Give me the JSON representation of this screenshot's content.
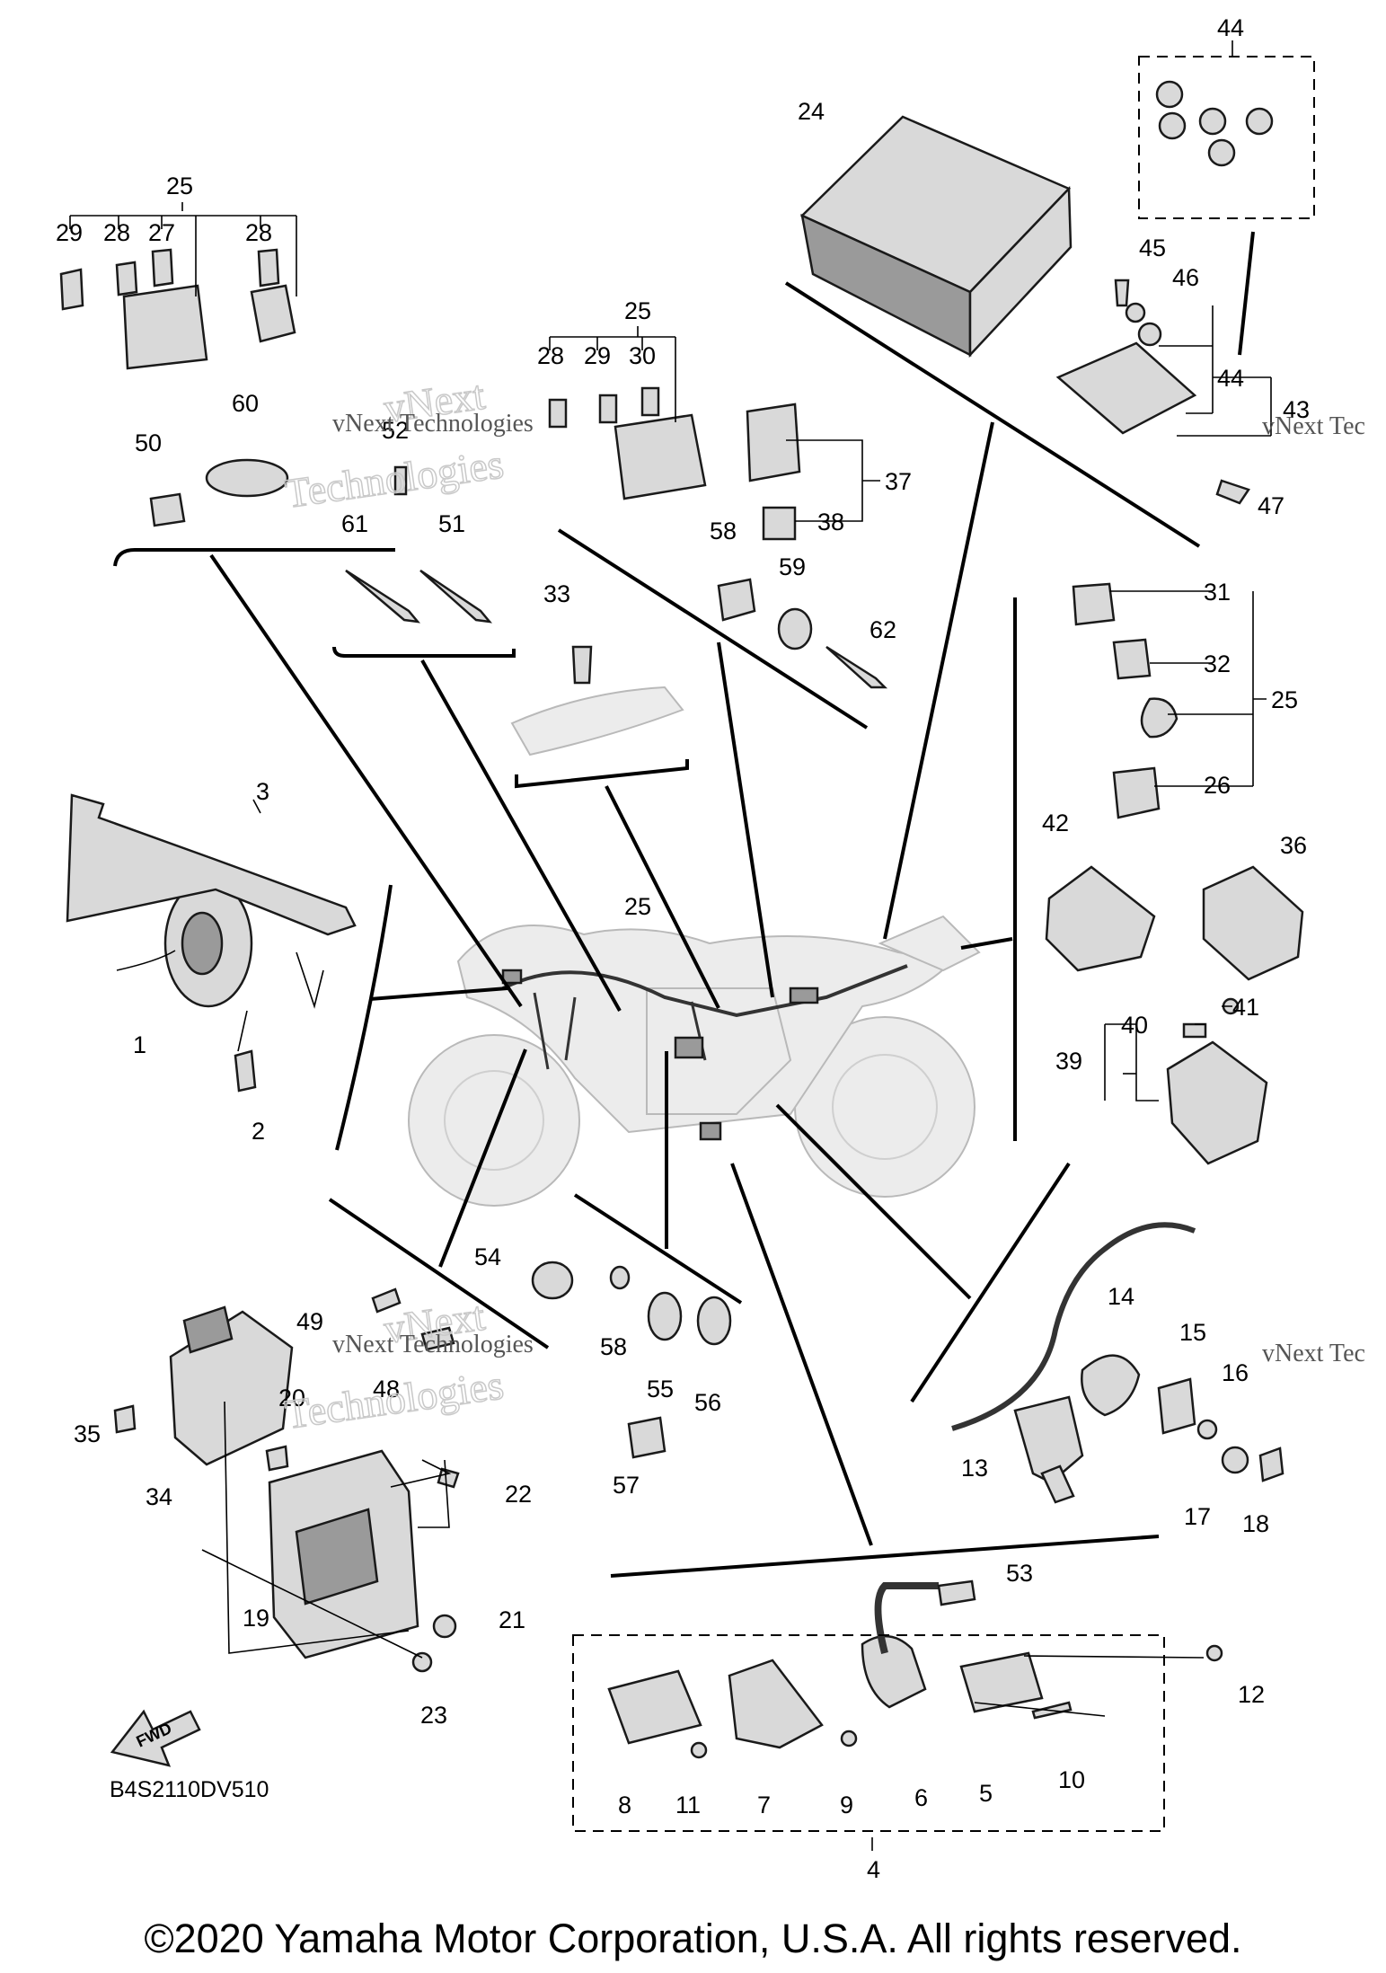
{
  "diagram_code": "B4S2110DV510",
  "fwd_label": "FWD",
  "copyright": "©2020 Yamaha Motor Corporation, U.S.A. All rights reserved.",
  "watermarks": {
    "brand": "vNext Technologies",
    "overlay_top": "vNext",
    "overlay_bottom": "Technologies",
    "partial_right": "vNext Tec"
  },
  "callouts": {
    "c1": "1",
    "c2": "2",
    "c3": "3",
    "c4": "4",
    "c5": "5",
    "c6": "6",
    "c7": "7",
    "c8": "8",
    "c9": "9",
    "c10": "10",
    "c11": "11",
    "c12": "12",
    "c13": "13",
    "c14": "14",
    "c15": "15",
    "c16": "16",
    "c17": "17",
    "c18": "18",
    "c19": "19",
    "c20": "20",
    "c21": "21",
    "c22": "22",
    "c23": "23",
    "c24": "24",
    "c25": "25",
    "c26": "26",
    "c27": "27",
    "c28": "28",
    "c29": "29",
    "c30": "30",
    "c31": "31",
    "c32": "32",
    "c33": "33",
    "c34": "34",
    "c35": "35",
    "c36": "36",
    "c37": "37",
    "c38": "38",
    "c39": "39",
    "c40": "40",
    "c41": "41",
    "c42": "42",
    "c43": "43",
    "c44": "44",
    "c45": "45",
    "c46": "46",
    "c47": "47",
    "c48": "48",
    "c49": "49",
    "c50": "50",
    "c51": "51",
    "c52": "52",
    "c53": "53",
    "c54": "54",
    "c55": "55",
    "c56": "56",
    "c57": "57",
    "c58": "58",
    "c59": "59",
    "c60": "60",
    "c61": "61",
    "c62": "62"
  }
}
